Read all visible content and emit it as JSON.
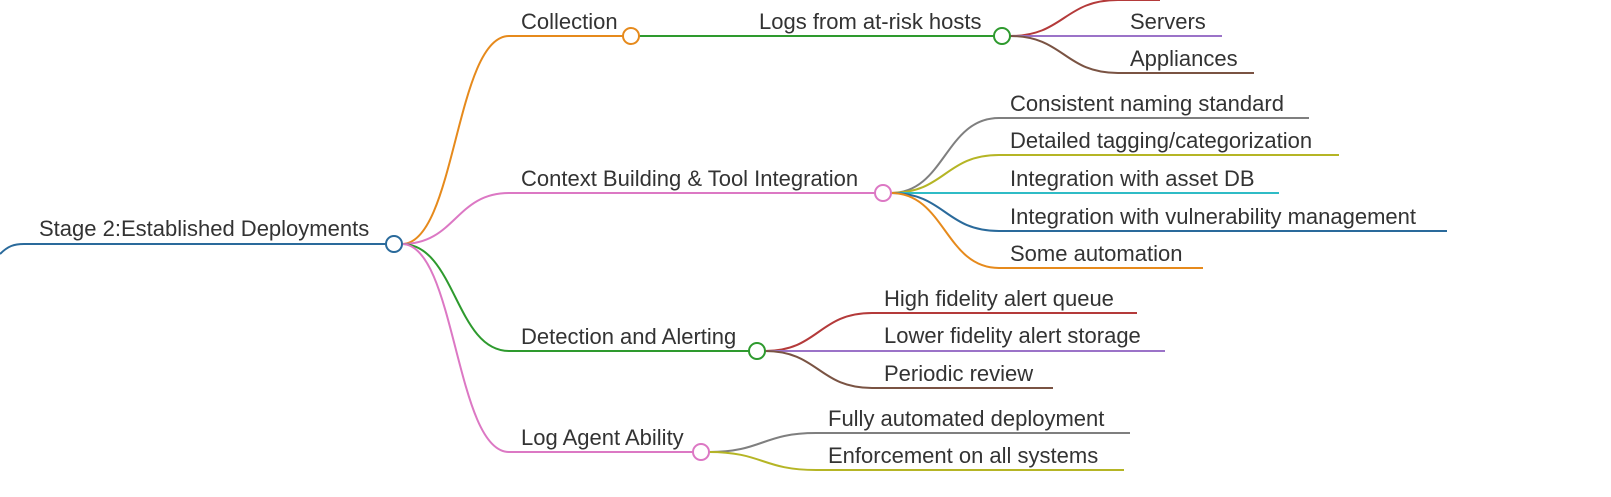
{
  "colors": {
    "text": "#333333",
    "blue": "#2a6a9b",
    "orange": "#e68a1c",
    "green": "#2e9a2e",
    "pink": "#dc78c4",
    "red": "#b43a3a",
    "purple": "#9b73c8",
    "brown": "#7a5343",
    "gray": "#7f7f7f",
    "olive": "#b5b525",
    "cyan": "#2fbcc6"
  },
  "root": {
    "label": "Stage 2:Established Deployments",
    "color": "blue",
    "children": [
      {
        "label": "Collection",
        "color": "orange",
        "children": [
          {
            "label": "Logs from at-risk hosts",
            "color": "green",
            "children": [
              {
                "label": "",
                "color": "red"
              },
              {
                "label": "Servers",
                "color": "purple"
              },
              {
                "label": "Appliances",
                "color": "brown"
              }
            ]
          }
        ]
      },
      {
        "label": "Context Building & Tool Integration",
        "color": "pink",
        "children": [
          {
            "label": "Consistent naming standard",
            "color": "gray"
          },
          {
            "label": "Detailed tagging/categorization",
            "color": "olive"
          },
          {
            "label": "Integration with asset DB",
            "color": "cyan"
          },
          {
            "label": "Integration with vulnerability management",
            "color": "blue"
          },
          {
            "label": "Some automation",
            "color": "orange"
          }
        ]
      },
      {
        "label": "Detection and Alerting",
        "color": "green",
        "children": [
          {
            "label": "High fidelity alert queue",
            "color": "red"
          },
          {
            "label": "Lower fidelity alert storage",
            "color": "purple"
          },
          {
            "label": "Periodic review",
            "color": "brown"
          }
        ]
      },
      {
        "label": "Log Agent Ability",
        "color": "pink",
        "children": [
          {
            "label": "Fully automated deployment",
            "color": "gray"
          },
          {
            "label": "Enforcement on all systems",
            "color": "olive"
          }
        ]
      }
    ]
  }
}
